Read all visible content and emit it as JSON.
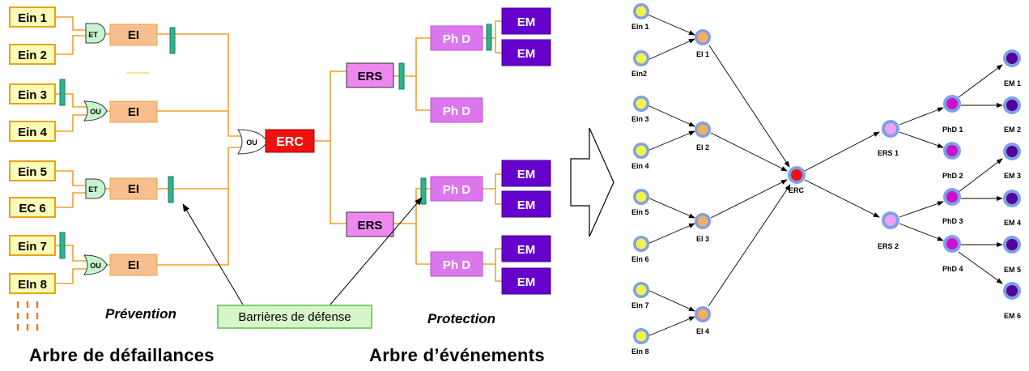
{
  "left": {
    "inputs": [
      "Ein 1",
      "Ein 2",
      "Ein 3",
      "Ein 4",
      "Ein 5",
      "EC 6",
      "Ein 7",
      "EIn 8"
    ],
    "gates": [
      "ET",
      "OU",
      "ET",
      "OU"
    ],
    "intermediate_label": "EI",
    "central_gate": "OU",
    "central_event": "ERC",
    "ers_label": "ERS",
    "phd_label": "Ph D",
    "em_label": "EM",
    "barrier_label": "Barrières de défense",
    "prevention_label": "Prévention",
    "protection_label": "Protection",
    "fault_tree_title": "Arbre de défaillances",
    "event_tree_title": "Arbre d’événements"
  },
  "right": {
    "inputs": [
      "Ein 1",
      "Ein2",
      "Ein 3",
      "Ein 4",
      "Ein 5",
      "Ein 6",
      "Ein 7",
      "Ein 8"
    ],
    "intermediates": [
      "EI 1",
      "EI 2",
      "EI 3",
      "EI 4"
    ],
    "central": "ERC",
    "ers": [
      "ERS 1",
      "ERS 2"
    ],
    "phd": [
      "PhD 1",
      "PhD 2",
      "PhD 3",
      "PhD 4"
    ],
    "em": [
      "EM 1",
      "EM 2",
      "EM 3",
      "EM 4",
      "EM 5",
      "EM 6"
    ]
  },
  "colors": {
    "input_fill": "#fdfcb7",
    "input_border": "#e8a317",
    "gate_fill": "#c6f5d0",
    "ei_fill": "#f7bf8f",
    "wire": "#f0a030",
    "barrier": "#2db38f",
    "erc": "#ee1111",
    "ers_fill": "#ee88ee",
    "phd_fill": "#dd77ee",
    "em_fill": "#6600cc",
    "node_ring": "#7f9fe6",
    "node_yellow": "#f2f24a",
    "node_orange": "#f0b060",
    "node_red": "#ee1111",
    "node_pink": "#f0a0f0",
    "node_magenta": "#cc11cc",
    "node_purple": "#550099"
  }
}
